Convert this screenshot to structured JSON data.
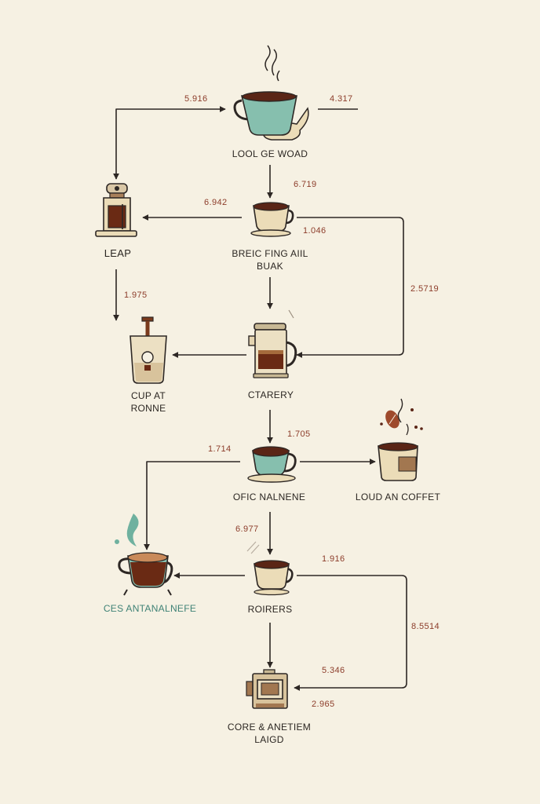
{
  "diagram": {
    "nodes": {
      "lool": {
        "label": "LOOL GE WOAD",
        "icon": "steaming-coffee-cup-icon"
      },
      "leap": {
        "label": "LEAP",
        "icon": "espresso-machine-icon"
      },
      "breic": {
        "label_line1": "BREIC FING AIIL",
        "label_line2": "BUAK",
        "icon": "coffee-cup-icon"
      },
      "cup_at": {
        "label_line1": "CUP AT",
        "label_line2": "RONNE",
        "icon": "iced-coffee-glass-icon"
      },
      "ctarery": {
        "label": "CTARERY",
        "icon": "french-press-icon"
      },
      "ofic": {
        "label": "OFIC NALNENE",
        "icon": "teal-coffee-cup-icon"
      },
      "loud": {
        "label": "LOUD AN COFFET",
        "icon": "coffee-beans-cup-icon"
      },
      "ces": {
        "label": "CES ANTANALNEFE",
        "icon": "teal-mug-icon"
      },
      "roirers": {
        "label": "ROIRERS",
        "icon": "coffee-cup-icon"
      },
      "core": {
        "label_line1": "CORE & ANETIEM",
        "label_line2": "LAIGD",
        "icon": "coffee-grinder-icon"
      }
    },
    "edge_labels": {
      "e1": "5.916",
      "e2": "4.317",
      "e3": "6.719",
      "e4": "6.942",
      "e5": "1.046",
      "e6": "1.975",
      "e7": "2.5719",
      "e8": "1.705",
      "e9": "1.714",
      "e10": "6.977",
      "e11": "1.916",
      "e12": "8.5514",
      "e13": "5.346",
      "e14": "2.965"
    },
    "colors": {
      "background": "#f6f1e3",
      "line": "#2d2724",
      "coffee": "#5a2516",
      "teal": "#86bfae",
      "cream": "#ebdcb8",
      "number": "#8c3c2a"
    }
  }
}
